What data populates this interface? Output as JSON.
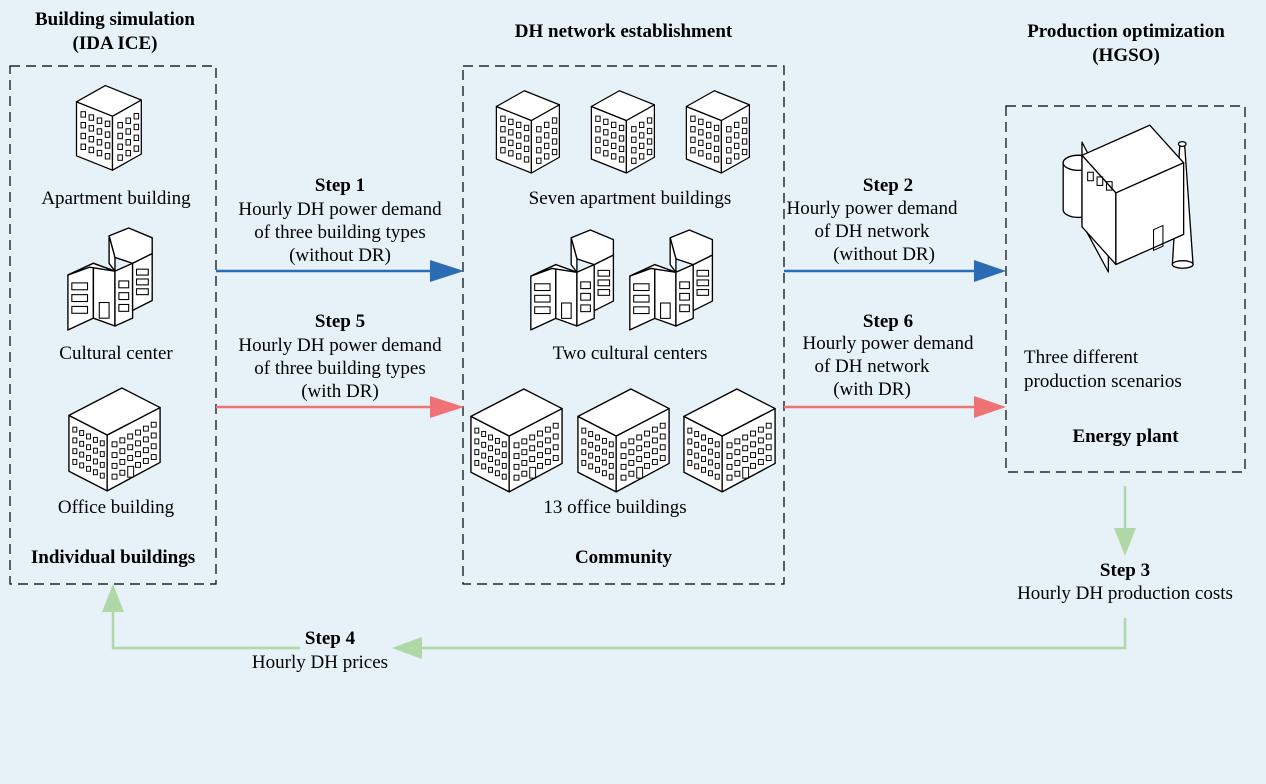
{
  "sections": {
    "building_simulation": {
      "title_line1": "Building simulation",
      "title_line2": "(IDA ICE)",
      "footer": "Individual buildings"
    },
    "dh_network": {
      "title": "DH network establishment",
      "footer": "Community"
    },
    "production": {
      "title_line1": "Production optimization",
      "title_line2": "(HGSO)",
      "footer": "Energy plant"
    }
  },
  "buildings": {
    "apartment": "Apartment building",
    "cultural": "Cultural center",
    "office": "Office building"
  },
  "community": {
    "apartments": "Seven apartment buildings",
    "cultural": "Two cultural centers",
    "offices": "13 office buildings"
  },
  "plant": {
    "scenario_line1": "Three different",
    "scenario_line2": "production scenarios"
  },
  "steps": {
    "step1": {
      "label": "Step 1",
      "line1": "Hourly DH power demand",
      "line2": "of three building types",
      "line3": "(without DR)"
    },
    "step2": {
      "label": "Step 2",
      "line1": "Hourly power demand",
      "line2": "of DH network",
      "line3": "(without DR)"
    },
    "step3": {
      "label": "Step 3",
      "line1": "Hourly DH production costs"
    },
    "step4": {
      "label": "Step 4",
      "line1": "Hourly DH prices"
    },
    "step5": {
      "label": "Step 5",
      "line1": "Hourly DH power demand",
      "line2": "of three building types",
      "line3": "(with DR)"
    },
    "step6": {
      "label": "Step 6",
      "line1": "Hourly power demand",
      "line2": "of DH network",
      "line3": "(with DR)"
    }
  },
  "colors": {
    "blue_arrow": "#2a6db5",
    "red_arrow": "#ef7374",
    "green_arrow": "#b0d8a6",
    "background": "#e6f1f8"
  }
}
